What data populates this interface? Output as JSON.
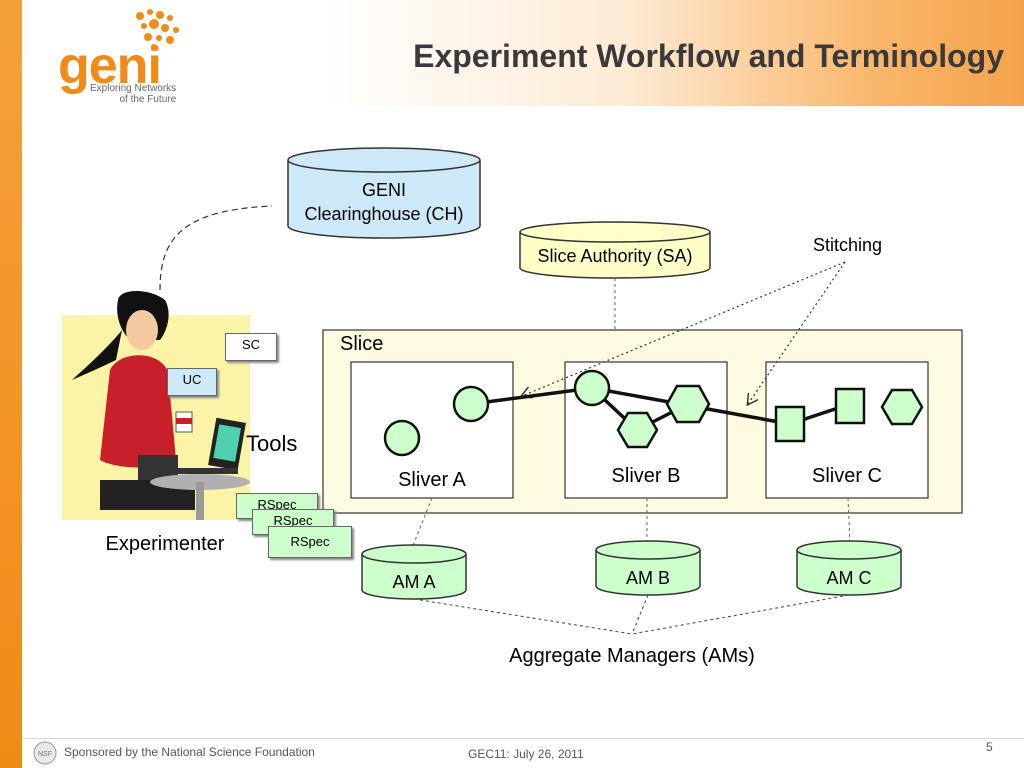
{
  "slide": {
    "title": "Experiment Workflow and Terminology",
    "page_number": "5"
  },
  "logo": {
    "name": "geni",
    "tagline_line1": "Exploring Networks",
    "tagline_line2": "of the Future"
  },
  "diagram": {
    "clearinghouse_line1": "GENI",
    "clearinghouse_line2": "Clearinghouse (CH)",
    "slice_authority": "Slice Authority (SA)",
    "stitching": "Stitching",
    "slice": "Slice",
    "sliver_a": "Sliver A",
    "sliver_b": "Sliver B",
    "sliver_c": "Sliver C",
    "tools": "Tools",
    "experimenter": "Experimenter",
    "sc_tag": "SC",
    "uc_tag": "UC",
    "rspec_1": "RSpec",
    "rspec_2": "RSpec",
    "rspec_3": "RSpec",
    "am_a": "AM A",
    "am_b": "AM B",
    "am_c": "AM C",
    "aggregate_managers": "Aggregate Managers (AMs)"
  },
  "footer": {
    "sponsor": "Sponsored by the National Science Foundation",
    "event": "GEC11: July 26, 2011",
    "nsf_logo_text": "NSF"
  },
  "colors": {
    "accent_orange": "#f08b17",
    "node_green": "#ccffcc",
    "db_blue": "#cde8f6",
    "slice_fill": "#fffbe0"
  }
}
